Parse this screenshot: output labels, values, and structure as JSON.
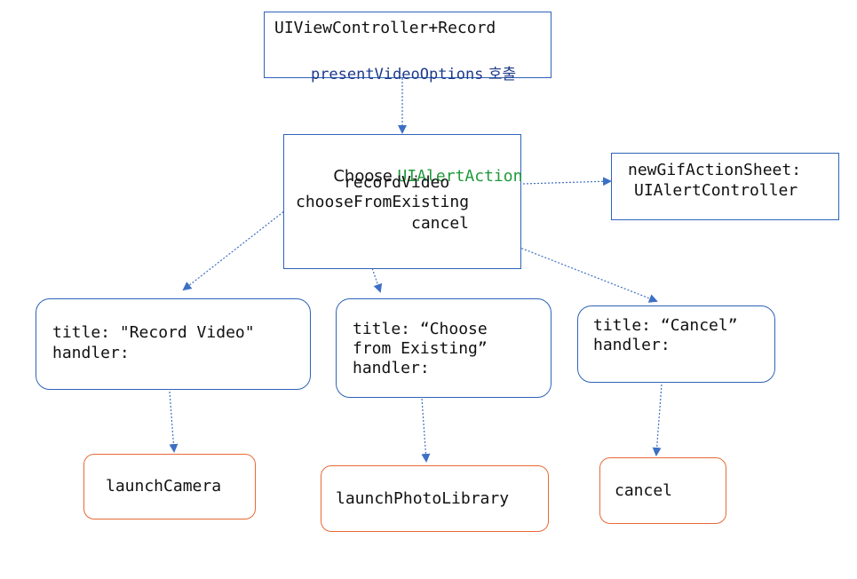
{
  "colors": {
    "box_border": "#2e63b8",
    "result_border": "#e86a35",
    "arrow": "#3d6fc4",
    "highlight_green": "#1f9a3a",
    "method_blue": "#1d3a8a"
  },
  "top_box": {
    "line1": "UIViewController+Record",
    "line2_method": "presentVideoOptions",
    "line2_suffix": " 호출"
  },
  "choose_box": {
    "prefix": "Choose ",
    "type": "UIAlertAction",
    "actions": [
      "recordVideo",
      "chooseFromExisting",
      "cancel"
    ]
  },
  "sheet_box": {
    "line1": "newGifActionSheet:",
    "line2": "UIAlertController"
  },
  "action_nodes": [
    {
      "lines": [
        "title: \"Record Video\"",
        "handler:"
      ]
    },
    {
      "lines": [
        "title: “Choose",
        "from Existing”",
        "handler:"
      ]
    },
    {
      "lines": [
        "title: “Cancel”",
        "handler:"
      ]
    }
  ],
  "result_nodes": [
    "launchCamera",
    "launchPhotoLibrary",
    "cancel"
  ]
}
